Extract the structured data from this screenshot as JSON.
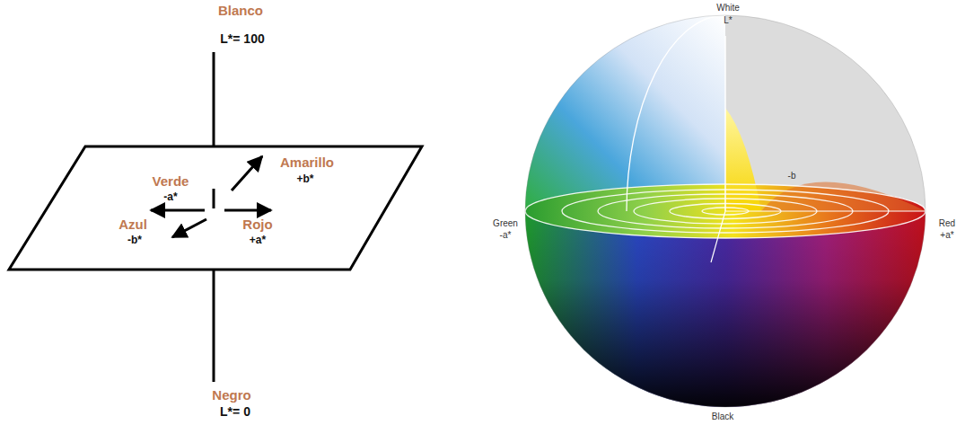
{
  "diagram": {
    "labels": [
      "Blanco",
      "L*= 100",
      "Verde",
      "-a*",
      "Amarillo",
      "+b*",
      "Azul",
      "-b*",
      "Rojo",
      "+a*",
      "Negro",
      "L*= 0",
      "White",
      "L*",
      "-b",
      "Green",
      "-a*",
      "Red",
      "+a*",
      "Black"
    ]
  }
}
